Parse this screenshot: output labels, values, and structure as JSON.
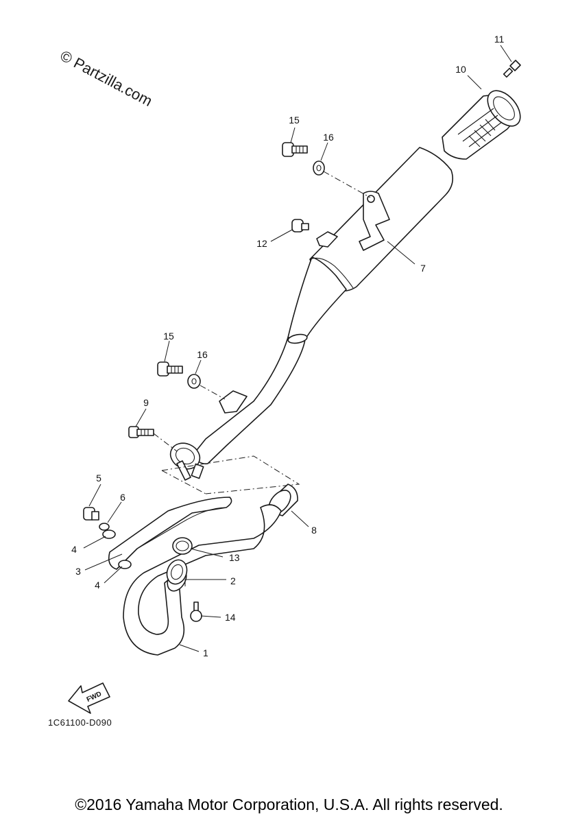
{
  "watermark": "© Partzilla.com",
  "diagram_code": "1C61100-D090",
  "fwd_label": "FWD",
  "copyright": "©2016 Yamaha Motor Corporation, U.S.A. All rights reserved.",
  "callouts": {
    "c1": "1",
    "c2": "2",
    "c3": "3",
    "c4a": "4",
    "c4b": "4",
    "c5": "5",
    "c6": "6",
    "c7": "7",
    "c8": "8",
    "c9": "9",
    "c10": "10",
    "c11": "11",
    "c12": "12",
    "c13": "13",
    "c14": "14",
    "c15a": "15",
    "c15b": "15",
    "c16a": "16",
    "c16b": "16"
  }
}
